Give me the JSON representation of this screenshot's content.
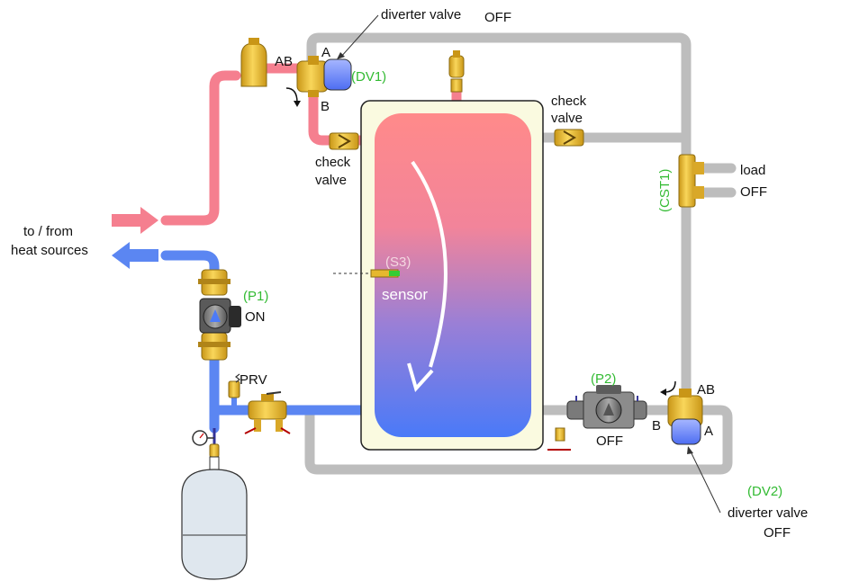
{
  "colors": {
    "hot": "#f57f8f",
    "cold": "#5b86f2",
    "neutral": "#bdbdbd",
    "brass": "#f3c43c",
    "brass_dark": "#c99617",
    "tank_top": "#ff8888",
    "tank_bottom": "#4d7bf7",
    "jacket": "#fafae0",
    "green_label": "#33bb33",
    "expansion_tank": "#dfe7ee"
  },
  "labels": {
    "diverter_top": "diverter valve",
    "diverter_top_state": "OFF",
    "port_a_top": "A",
    "port_ab_top": "AB",
    "port_b_top": "B",
    "dv1": "(DV1)",
    "check_valve_left_1": "check",
    "check_valve_left_2": "valve",
    "check_valve_right_1": "check",
    "check_valve_right_2": "valve",
    "cst1": "(CST1)",
    "load": "load",
    "load_state": "OFF",
    "heat_sources_1": "to / from",
    "heat_sources_2": "heat sources",
    "s3": "(S3)",
    "sensor": "sensor",
    "p1": "(P1)",
    "p1_state": "ON",
    "prv": "PRV",
    "p2": "(P2)",
    "p2_state": "OFF",
    "port_ab_bottom": "AB",
    "port_b_bottom": "B",
    "port_a_bottom": "A",
    "dv2": "(DV2)",
    "diverter_bottom": "diverter valve",
    "diverter_bottom_state": "OFF"
  },
  "icons": {
    "pump": "circulator-pump-icon",
    "check_valve": "check-valve-icon",
    "diverter_valve": "diverter-valve-icon",
    "vent": "air-vent-icon",
    "expansion_tank": "expansion-tank-icon",
    "gauge": "pressure-gauge-icon",
    "prv": "pressure-relief-valve-icon",
    "tee": "closely-spaced-tees-icon"
  }
}
